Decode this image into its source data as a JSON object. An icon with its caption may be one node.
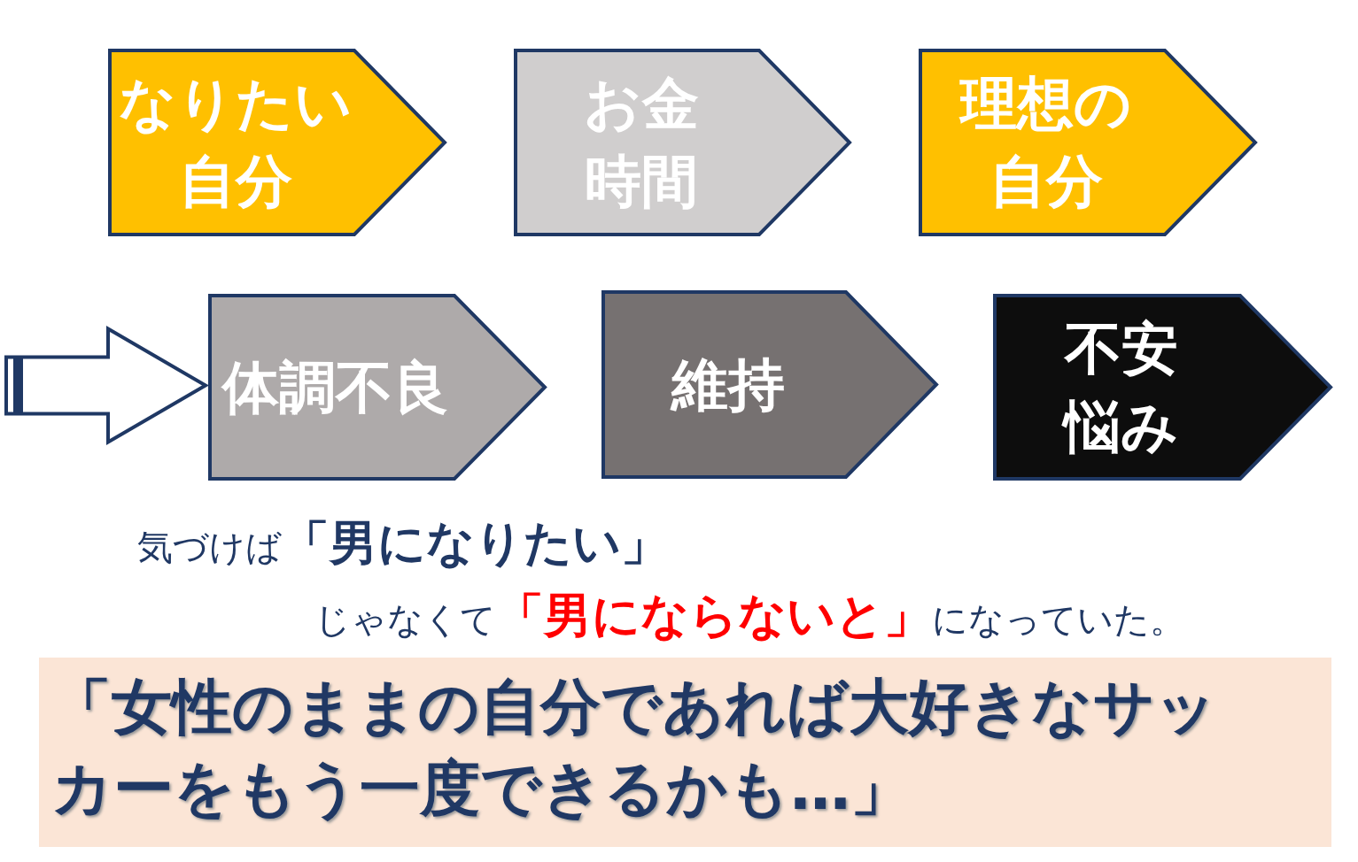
{
  "diagram": {
    "nodes": [
      {
        "text": [
          "なりたい自分"
        ]
      },
      {
        "text": [
          "お金",
          "時間"
        ]
      },
      {
        "text": [
          "理想の自分"
        ]
      },
      {
        "text": [
          "体調不良"
        ]
      },
      {
        "text": [
          "維持"
        ]
      },
      {
        "text": [
          "不安",
          "悩み"
        ]
      },
      {
        "text": [
          "「女性のままの自分であれば大好きなサッカーをもう一度できるかも…」"
        ]
      }
    ],
    "edges": [
      {
        "from": null,
        "to": 3,
        "arrow": "to"
      }
    ],
    "labels": [
      "気づけば**「男になりたい」**",
      "じゃなくて**「男にならないと」**になっていた。"
    ]
  }
}
